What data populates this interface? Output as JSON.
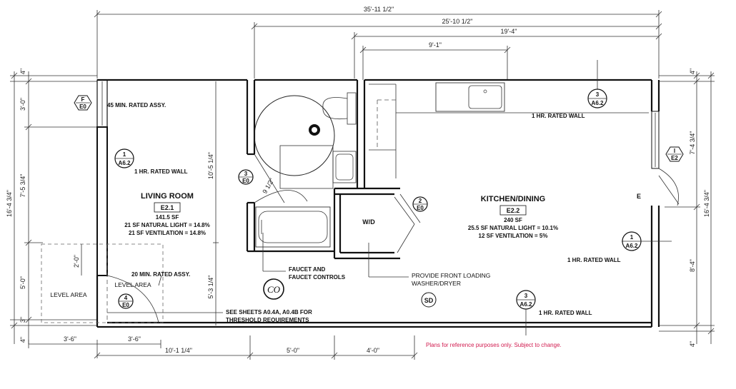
{
  "dimensions": {
    "overall": "35'-11 1/2\"",
    "right_span": "25'-10 1/2\"",
    "kitchen_span": "19'-4\"",
    "counter": "9'-1\"",
    "left_top_4": "4\"",
    "left_3_0": "3'-0\"",
    "left_7_5": "7'-5 3/4\"",
    "left_total": "16'-4 3/4\"",
    "left_5_0": "5'-0\"",
    "left_3": "3\"",
    "left_bottom_4": "4\"",
    "door_2_0": "2'-0\"",
    "bath_10_5": "10'-5 1/4\"",
    "bath_5_3": "5'-3 1/4\"",
    "door_9_5": "9 1/2\"",
    "bottom_3_6a": "3'-6\"",
    "bottom_3_6b": "3'-6\"",
    "bottom_10_1": "10'-1 1/4\"",
    "bottom_5_0": "5'-0\"",
    "bottom_4_0": "4'-0\"",
    "right_top_4": "4\"",
    "right_7_4": "7'-4 3/4\"",
    "right_total": "16'-4 3/4\"",
    "right_8_4": "8'-4\"",
    "right_bottom_4": "4\""
  },
  "rooms": {
    "living": {
      "name": "LIVING ROOM",
      "code": "E2.1",
      "area": "141.5 SF",
      "light": "21 SF NATURAL LIGHT = 14.8%",
      "vent": "21 SF VENTILATION = 14.8%"
    },
    "kitchen": {
      "name": "KITCHEN/DINING",
      "code": "E2.2",
      "area": "240 SF",
      "light": "25.5 SF NATURAL LIGHT = 10.1%",
      "vent": "12 SF VENTILATION = 5%"
    },
    "wd": "W/D",
    "level_area_1": "LEVEL AREA",
    "level_area_2": "LEVEL AREA",
    "sd": "SD",
    "co": "CO",
    "e_mark": "E"
  },
  "notes": {
    "rated_45": "45 MIN. RATED ASSY.",
    "rated_1hr_living": "1 HR. RATED WALL",
    "rated_20": "20 MIN. RATED ASSY.",
    "rated_1hr_top": "1 HR. RATED WALL",
    "rated_1hr_right": "1 HR. RATED WALL",
    "rated_1hr_bottom": "1 HR. RATED WALL",
    "faucet_1": "FAUCET AND",
    "faucet_2": "FAUCET CONTROLS",
    "threshold_1": "SEE SHEETS A0.4A, A0.4B FOR",
    "threshold_2": "THRESHOLD REQUIREMENTS",
    "washer_1": "PROVIDE FRONT LOADING",
    "washer_2": "WASHER/DRYER",
    "disclaimer": "Plans for reference purposes only.  Subject to change."
  },
  "tags": {
    "f_e0": {
      "top": "F",
      "bottom": "E0"
    },
    "a62_living": {
      "top": "1",
      "bottom": "A6.2"
    },
    "e0_bath": {
      "top": "3",
      "bottom": "E0"
    },
    "e0_level": {
      "top": "4",
      "bottom": "E0"
    },
    "a62_top": {
      "top": "3",
      "bottom": "A6.2"
    },
    "e0_kitchen": {
      "top": "2",
      "bottom": "E0"
    },
    "e2_right": {
      "top": "I",
      "bottom": "E2"
    },
    "a62_right": {
      "top": "1",
      "bottom": "A6.2"
    },
    "a62_bottom": {
      "top": "3",
      "bottom": "A6.2"
    }
  },
  "colors": {
    "ink": "#111111",
    "disclaimer": "#d11b4f"
  }
}
